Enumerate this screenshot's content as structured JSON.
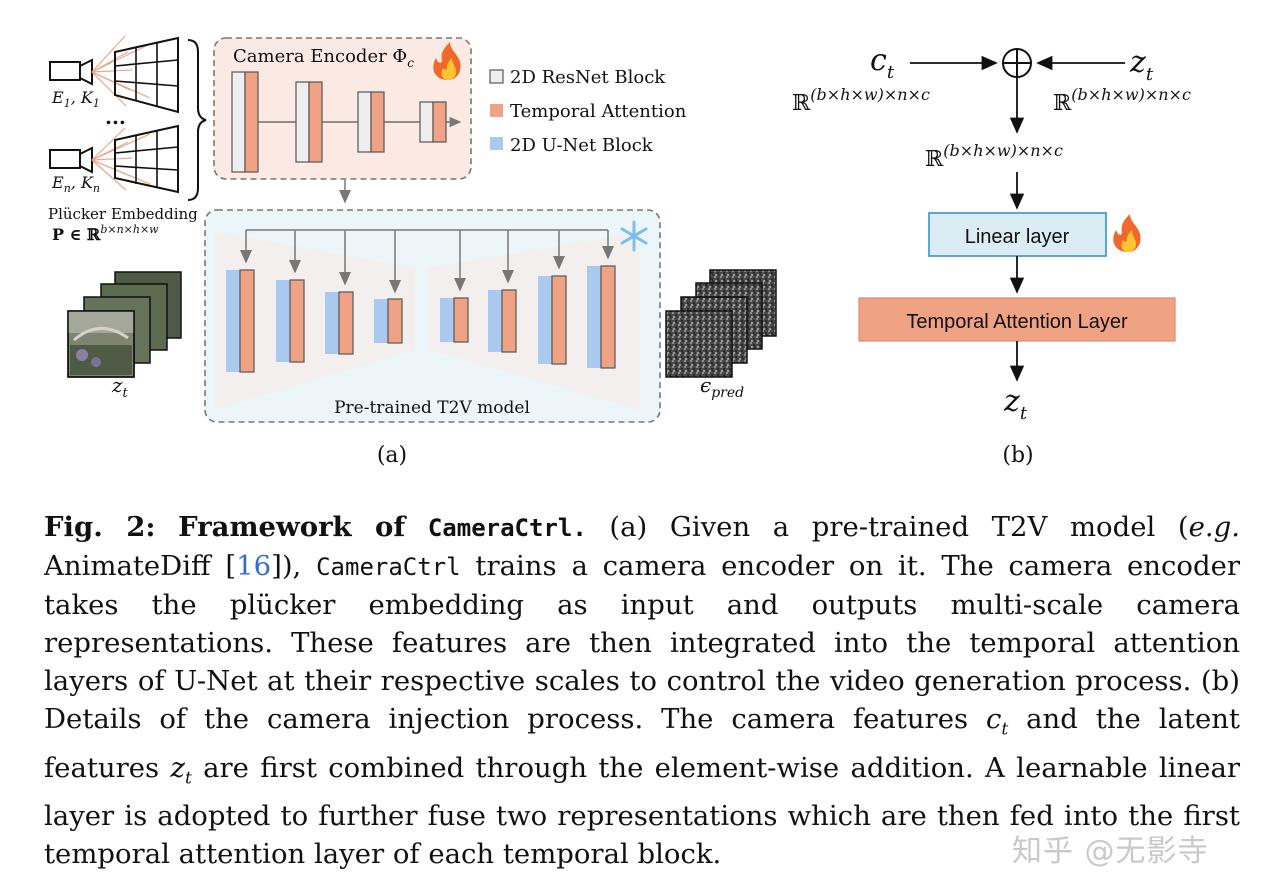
{
  "panel_a": {
    "camera_encoder_title": "Camera Encoder Φ",
    "camera_encoder_sub": "c",
    "legend": [
      "2D ResNet Block",
      "Temporal Attention",
      "2D U-Net Block"
    ],
    "cam1_label": "E",
    "cam1_sub": "1",
    "cam1_label_b": ", K",
    "cam1_sub_b": "1",
    "dots": "...",
    "camn_label": "E",
    "camn_sub": "n",
    "camn_label_b": ", K",
    "camn_sub_b": "n",
    "plucker_title": "Plücker  Embedding",
    "plucker_formula": "P ∈ ℝ",
    "plucker_sup": "b×n×h×w",
    "zt": "z",
    "zt_sub": "t",
    "eps": "ϵ",
    "eps_sub": "pred",
    "unet_caption": "Pre-trained T2V model",
    "label": "(a)"
  },
  "panel_b": {
    "ct": "c",
    "ct_sub": "t",
    "zt": "z",
    "zt_sub": "t",
    "dim_left": "ℝ",
    "dim_left_sup": "(b×h×w)×n×c",
    "dim_right": "ℝ",
    "dim_right_sup": "(b×h×w)×n×c",
    "dim_mid": "ℝ",
    "dim_mid_sup": "(b×h×w)×n×c",
    "linear": "Linear layer",
    "temporal": "Temporal Attention Layer",
    "out": "z",
    "out_sub": "t",
    "label": "(b)"
  },
  "colors": {
    "resnet": "#eeeeee",
    "temporal": "#f0a285",
    "unet": "#a9c9ee",
    "encoder_bg": "#fbeae4",
    "unet_bg": "#ecf5f7",
    "linear_bg": "#dcecf4",
    "temporal_bg": "#f0a285",
    "ref_link": "#2e6fd0"
  },
  "caption": {
    "fig_label": "Fig. 2:",
    "title_pre": "Framework of",
    "title_code": "CameraCtrl.",
    "t1": "(a) Given a pre-trained T2V model (",
    "eg": "e.g.",
    "t2": "AnimateDiff [",
    "ref": "16",
    "t3": "]),",
    "code2": "CameraCtrl",
    "t4": "trains a camera encoder on it. The camera encoder takes the plücker embedding as input and outputs multi-scale camera representations. These features are then integrated into the temporal attention layers of U-Net at their respective scales to control the video generation process. (b) Details of the camera injection process. The camera features",
    "ct": "c",
    "ct_sub": "t",
    "t5": "and the latent features",
    "zt": "z",
    "zt_sub": "t",
    "t6": "are first combined through the element-wise addition. A learnable linear layer is adopted to further fuse two representations which are then fed into the first temporal attention layer of each temporal block."
  },
  "watermark": "知乎 @无影寺"
}
